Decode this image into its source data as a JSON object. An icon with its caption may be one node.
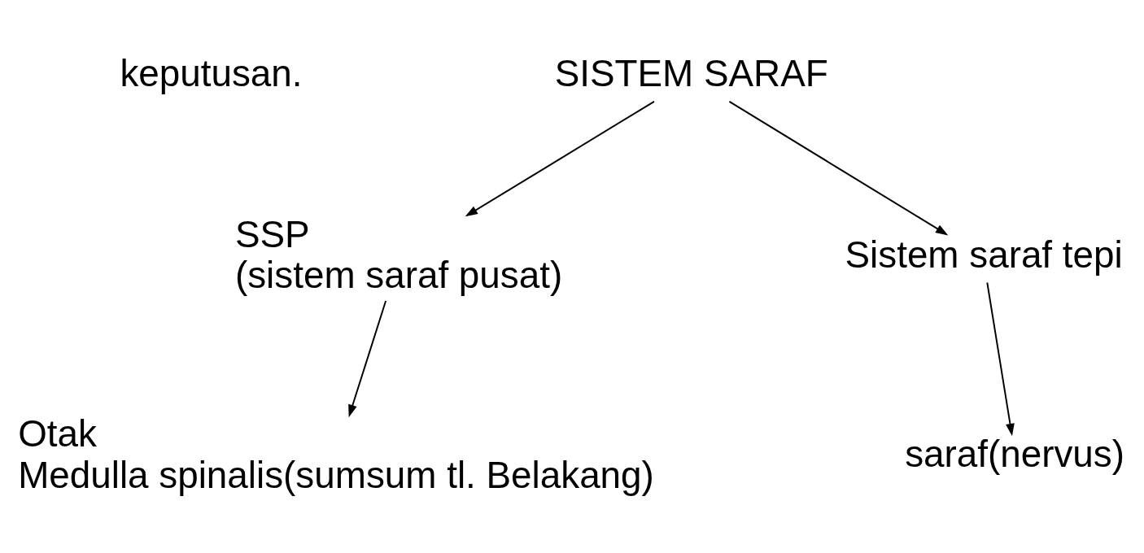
{
  "diagram": {
    "nodes": [
      {
        "text": [
          "SISTEM SARAF"
        ]
      },
      {
        "text": [
          "SSP",
          "(sistem saraf pusat)"
        ]
      },
      {
        "text": [
          "Sistem saraf tepi"
        ]
      },
      {
        "text": [
          "Otak",
          "Medulla spinalis(sumsum tl. Belakang)"
        ]
      },
      {
        "text": [
          "saraf(nervus)"
        ]
      }
    ],
    "edges": [
      {
        "from": 0,
        "to": 1,
        "arrow": "to"
      },
      {
        "from": 0,
        "to": 2,
        "arrow": "to"
      },
      {
        "from": 1,
        "to": 3,
        "arrow": "to"
      },
      {
        "from": 2,
        "to": 4,
        "arrow": "to"
      }
    ],
    "labels": [
      "keputusan."
    ]
  }
}
